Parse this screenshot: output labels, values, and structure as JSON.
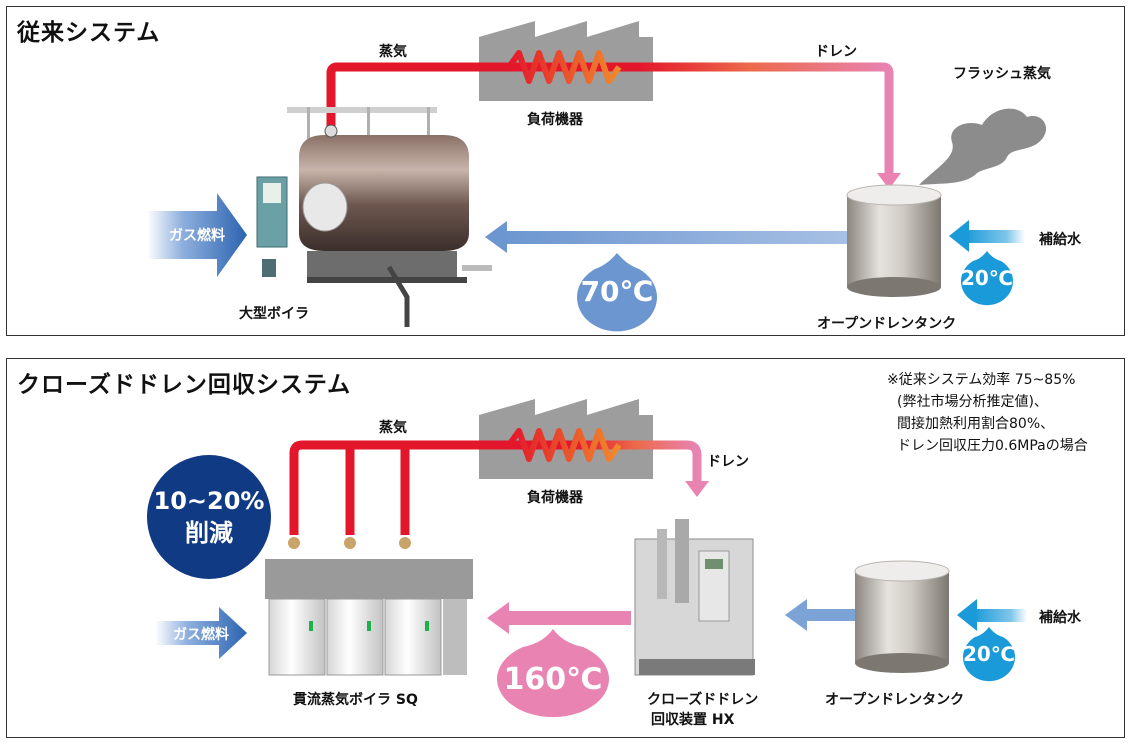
{
  "conventional": {
    "title": "従来システム",
    "steam": "蒸気",
    "load_equipment": "負荷機器",
    "drain": "ドレン",
    "flash_steam": "フラッシュ蒸気",
    "gas_fuel": "ガス燃料",
    "boiler": "大型ボイラ",
    "return_temp": "70℃",
    "makeup_water": "補給水",
    "makeup_temp": "20℃",
    "tank": "オープンドレンタンク"
  },
  "closed": {
    "title": "クローズドドレン回収システム",
    "steam": "蒸気",
    "load_equipment": "負荷機器",
    "drain": "ドレン",
    "reduction_value": "10~20%",
    "reduction_label": "削減",
    "gas_fuel": "ガス燃料",
    "boiler": "貫流蒸気ボイラ SQ",
    "return_temp": "160℃",
    "recovery_line1": "クローズドドレン",
    "recovery_line2": "回収装置 HX",
    "makeup_water": "補給水",
    "makeup_temp": "20℃",
    "tank": "オープンドレンタンク",
    "note": [
      "※従来システム効率 75~85%",
      "(弊社市場分析推定値)、",
      "間接加熱利用割合80%、",
      "ドレン回収圧力0.6MPaの場合"
    ]
  },
  "colors": {
    "steam_red": "#e3162b",
    "drain_pink": "#e883b2",
    "return_blue": "#7ba3d6",
    "fuel_blue": "#2b63b0",
    "makeup_blue": "#1a9ad8",
    "navy_badge": "#103a83",
    "factory_gray": "#9d9d9d"
  }
}
